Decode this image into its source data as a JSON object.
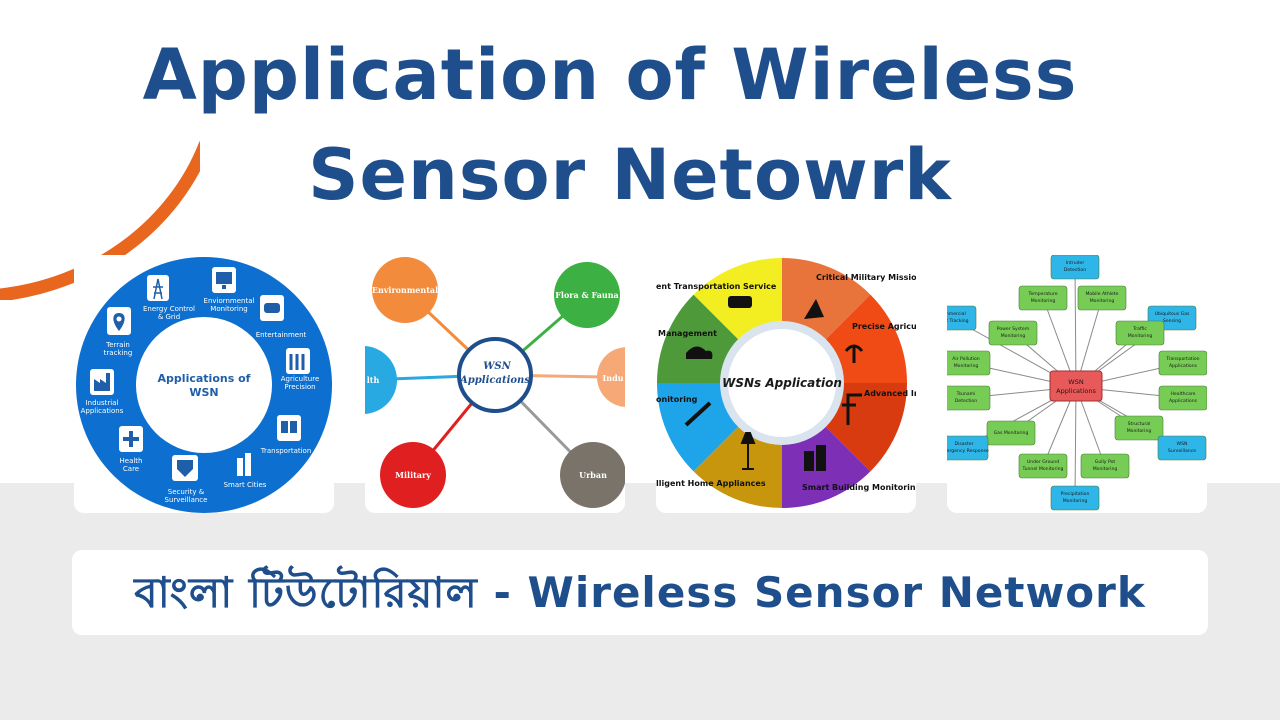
{
  "title": {
    "line1": "Application of Wireless",
    "line2": "Sensor Netowrk"
  },
  "subtitle": "বাংলা টিউটোরিয়াল - Wireless Sensor Network",
  "colors": {
    "title_blue": "#1f4e8c",
    "accent_orange": "#e8661e",
    "band_grey": "#ebebeb"
  },
  "card1": {
    "center": "Applications of WSN",
    "center_line1": "Applications of",
    "center_line2": "WSN",
    "items": [
      {
        "label1": "Energy Control",
        "label2": "& Grid",
        "icon": "power-tower-icon"
      },
      {
        "label1": "Enviornmental",
        "label2": "Monitoring",
        "icon": "monitor-icon"
      },
      {
        "label1": "Entertainment",
        "label2": "",
        "icon": "gamepad-icon"
      },
      {
        "label1": "Agriculture",
        "label2": "Precision",
        "icon": "crop-icon"
      },
      {
        "label1": "Transportation",
        "label2": "",
        "icon": "bus-icon"
      },
      {
        "label1": "Smart Cities",
        "label2": "",
        "icon": "city-icon"
      },
      {
        "label1": "Security &",
        "label2": "Surveillance",
        "icon": "shield-icon"
      },
      {
        "label1": "Health",
        "label2": "Care",
        "icon": "medical-icon"
      },
      {
        "label1": "Industrial",
        "label2": "Applications",
        "icon": "factory-icon"
      },
      {
        "label1": "Terrain",
        "label2": "tracking",
        "icon": "location-pin-icon"
      }
    ]
  },
  "card2": {
    "center1": "WSN",
    "center2": "Applications",
    "nodes": [
      "Environmental",
      "Flora & Fauna",
      "Indu",
      "Urban",
      "Military",
      "lth"
    ]
  },
  "card3": {
    "center": "WSNs Application",
    "segments": [
      "Critical Military Missio",
      "Precise Agricul",
      "Advanced In",
      "Smart Building Monitoring",
      "lligent Home Appliances",
      "onitoring",
      "Management",
      "ent Transportation Service"
    ]
  },
  "card4": {
    "center1": "WSN",
    "center2": "Applications",
    "nodes": [
      {
        "l1": "Intruder",
        "l2": "Detection"
      },
      {
        "l1": "Temperature",
        "l2": "Monitoring"
      },
      {
        "l1": "Mobile Athlete",
        "l2": "Monitoring"
      },
      {
        "l1": "Ubiquitous Gas",
        "l2": "Sensing"
      },
      {
        "l1": "Power System",
        "l2": "Monitoring"
      },
      {
        "l1": "Traffic",
        "l2": "Monitoring"
      },
      {
        "l1": "Commercial",
        "l2": "Asset Tracking"
      },
      {
        "l1": "Air Pollution",
        "l2": "Monitoring"
      },
      {
        "l1": "Transportation",
        "l2": "Applications"
      },
      {
        "l1": "Tsunami",
        "l2": "Detection"
      },
      {
        "l1": "Healthcare",
        "l2": "Applications"
      },
      {
        "l1": "Gas Monitoring",
        "l2": ""
      },
      {
        "l1": "Structural",
        "l2": "Monitoring"
      },
      {
        "l1": "Disaster",
        "l2": "Emergency Response"
      },
      {
        "l1": "WSN",
        "l2": "Surveillance"
      },
      {
        "l1": "Under Ground",
        "l2": "Tunnel Monitoring"
      },
      {
        "l1": "Gully Pot",
        "l2": "Monitoring"
      },
      {
        "l1": "Precipitation",
        "l2": "Monitoring"
      }
    ]
  }
}
